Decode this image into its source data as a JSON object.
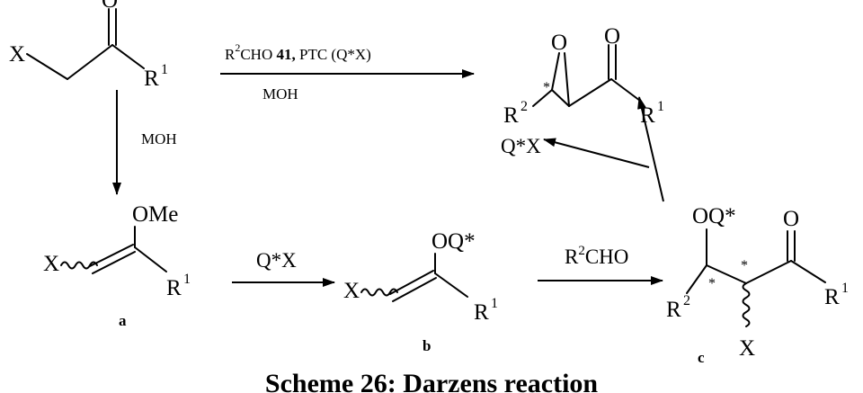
{
  "scheme": {
    "caption": "Scheme 26: Darzens reaction",
    "reagents": {
      "top_arrow": {
        "r": "R",
        "sup": "2",
        "aldehyde": "CHO",
        "compound_number": "41,",
        "catalyst": "PTC (Q*X)"
      },
      "top_arrow_base": "MOH",
      "down_arrow": "MOH",
      "arrow_a_to_b": "Q*X",
      "arrow_b_to_c": {
        "r": "R",
        "sup": "2",
        "aldehyde": "CHO"
      },
      "catalyst_release": "Q*X"
    },
    "atoms": {
      "x": "X",
      "o": "O",
      "r": "R",
      "one": "1",
      "two": "2",
      "ome": "OMe",
      "oq": "OQ*",
      "star": "*"
    },
    "compound_labels": {
      "a": "a",
      "b": "b",
      "c": "c"
    }
  }
}
